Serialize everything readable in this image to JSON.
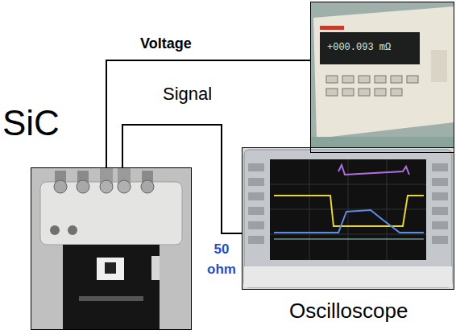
{
  "diagram": {
    "nodes": [
      {
        "text": [
          "SiC"
        ]
      },
      {
        "text": [
          "+000.093 mΩ"
        ]
      },
      {
        "text": [
          "Oscilloscope"
        ]
      }
    ],
    "edges": [
      {
        "from": 0,
        "to": 1,
        "arrow": "none",
        "label": "Voltage"
      },
      {
        "from": 0,
        "to": 2,
        "arrow": "none",
        "label": "Signal"
      }
    ],
    "labels": [
      "50 ohm"
    ]
  }
}
